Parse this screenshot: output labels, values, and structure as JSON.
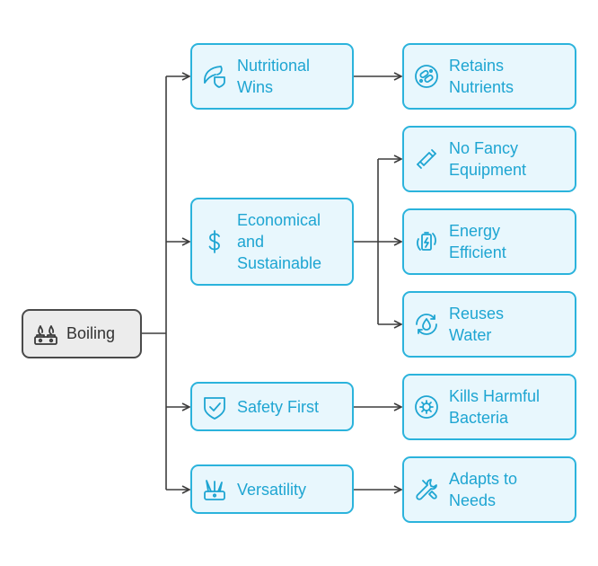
{
  "root": {
    "label": "Boiling",
    "icon": "stove-flame-icon"
  },
  "branches": [
    {
      "label": "Nutritional\nWins",
      "icon": "leaf-shield-icon",
      "children": [
        {
          "label": "Retains\nNutrients",
          "icon": "vitamins-icon"
        }
      ]
    },
    {
      "label": "Economical\nand\nSustainable",
      "icon": "dollar-icon",
      "children": [
        {
          "label": "No Fancy\nEquipment",
          "icon": "rolling-pin-icon"
        },
        {
          "label": "Energy\nEfficient",
          "icon": "battery-cycle-icon"
        },
        {
          "label": "Reuses\nWater",
          "icon": "water-recycle-icon"
        }
      ]
    },
    {
      "label": "Safety First",
      "icon": "shield-check-icon",
      "children": [
        {
          "label": "Kills Harmful\nBacteria",
          "icon": "bacteria-icon"
        }
      ]
    },
    {
      "label": "Versatility",
      "icon": "multitool-icon",
      "children": [
        {
          "label": "Adapts to\nNeeds",
          "icon": "wrench-screwdriver-icon"
        }
      ]
    }
  ],
  "colors": {
    "accent": "#1ea5d2",
    "border": "#2bb3dc",
    "fill": "#e8f7fd",
    "line": "#3d3d3d",
    "root_fill": "#ececec"
  }
}
